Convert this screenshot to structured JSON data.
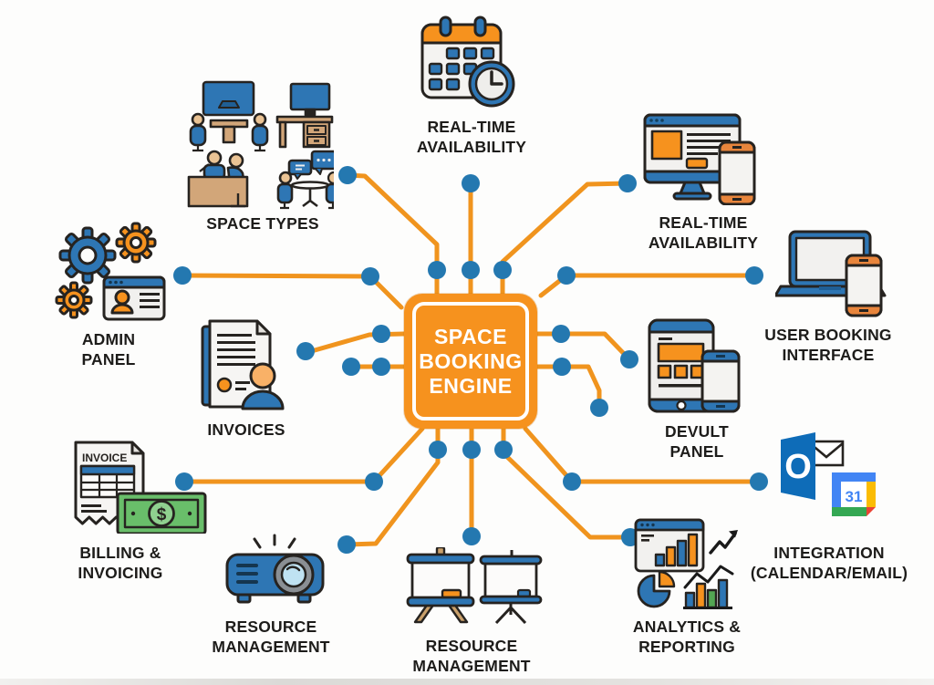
{
  "center": {
    "lines": [
      "SPACE",
      "BOOKING",
      "ENGINE"
    ]
  },
  "nodes": {
    "availability_top": {
      "icon": "calendar-clock-icon",
      "lines": [
        "REAL-TIME",
        "AVAILABILITY"
      ]
    },
    "space_types": {
      "icon": "workspaces-icon",
      "lines": [
        "SPACE TYPES"
      ]
    },
    "admin_panel": {
      "icon": "gears-profile-icon",
      "lines": [
        "ADMIN",
        "PANEL"
      ]
    },
    "invoices": {
      "icon": "document-user-icon",
      "lines": [
        "INVOICES"
      ]
    },
    "billing": {
      "icon": "invoice-money-icon",
      "lines": [
        "BILLING &",
        "INVOICING"
      ]
    },
    "resource_projector": {
      "icon": "projector-icon",
      "lines": [
        "RESOURCE",
        "MANAGEMENT"
      ]
    },
    "resource_boards": {
      "icon": "whiteboards-icon",
      "lines": [
        "RESOURCE",
        "MANAGEMENT"
      ]
    },
    "analytics": {
      "icon": "charts-icon",
      "lines": [
        "ANALYTICS &",
        "REPORTING"
      ]
    },
    "integration": {
      "icon": "outlook-gcal-icon",
      "lines": [
        "INTEGRATION",
        "(CALENDAR/EMAIL)"
      ]
    },
    "devult_panel": {
      "icon": "tablet-phone-icon",
      "lines": [
        "DEVULT",
        "PANEL"
      ]
    },
    "user_booking": {
      "icon": "laptop-phone-icon",
      "lines": [
        "USER BOOKING",
        "INTERFACE"
      ]
    },
    "availability_right": {
      "icon": "monitor-phone-icon",
      "lines": [
        "REAL-TIME",
        "AVAILABILITY"
      ]
    }
  },
  "icon_text": {
    "invoice_header": "INVOICE",
    "money_symbol": "$",
    "gcal_day": "31",
    "outlook_letter": "O"
  },
  "colors": {
    "wire_orange": "#F0941E",
    "chip_orange": "#F6921E",
    "dot_blue": "#2478B0",
    "icon_blue": "#2E76B4",
    "icon_tan": "#D2A679",
    "money_green": "#69BE6A",
    "label_text": "#1D1C1A"
  }
}
